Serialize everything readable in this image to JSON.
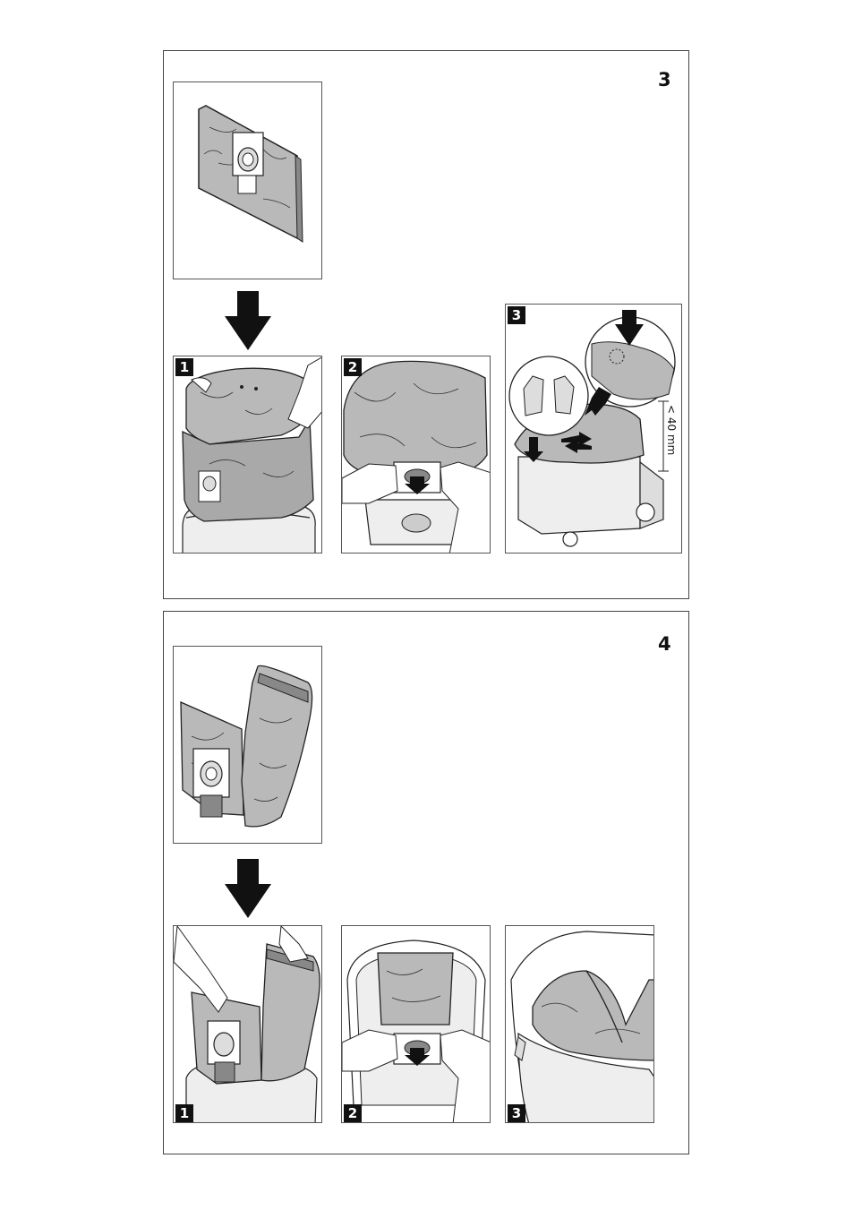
{
  "sections": [
    {
      "number": "3",
      "steps": [
        "1",
        "2",
        "3"
      ],
      "dimension_label": "< 40 mm"
    },
    {
      "number": "4",
      "steps": [
        "1",
        "2",
        "3"
      ]
    }
  ],
  "colors": {
    "bag_fill": "#b9b9b9",
    "line": "#222222",
    "step_badge": "#111111"
  },
  "icons": [
    "down-arrow-icon",
    "filter-bag-illustration",
    "fleece-bag-illustration"
  ]
}
